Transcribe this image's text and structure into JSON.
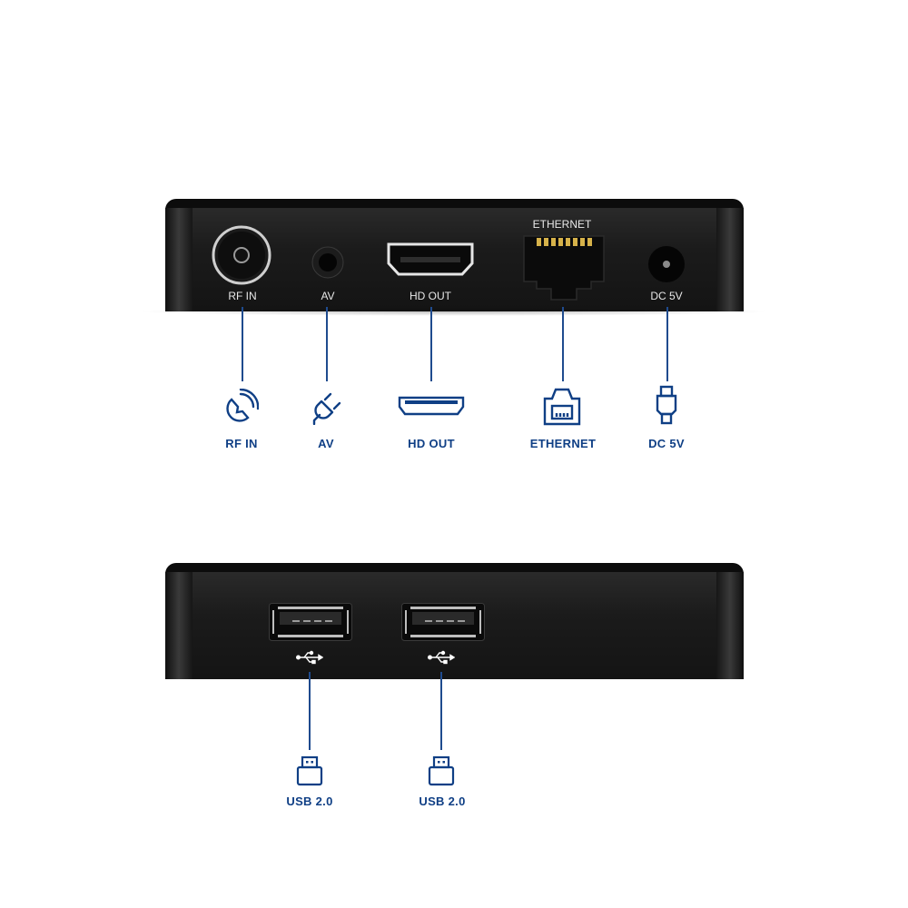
{
  "colors": {
    "accent_blue": "#0f3f85",
    "line_blue": "#1f4b8e",
    "device_black": "#1a1a1a",
    "port_label_white": "#e8e8e8",
    "ethernet_pins_gold": "#d6b24a"
  },
  "back_panel": {
    "ports": [
      {
        "id": "rf_in",
        "label": "RF IN",
        "icon": "coax-rf-icon"
      },
      {
        "id": "av",
        "label": "AV",
        "icon": "av-jack-icon"
      },
      {
        "id": "hd_out",
        "label": "HD OUT",
        "icon": "hdmi-port-icon"
      },
      {
        "id": "ethernet",
        "label": "ETHERNET",
        "icon": "rj45-port-icon"
      },
      {
        "id": "dc_5v",
        "label": "DC 5V",
        "icon": "dc-jack-icon"
      }
    ],
    "callouts": [
      {
        "label": "RF IN",
        "icon": "satellite-dish-icon"
      },
      {
        "label": "AV",
        "icon": "power-plug-icon"
      },
      {
        "label": "HD OUT",
        "icon": "hdmi-icon"
      },
      {
        "label": "ETHERNET",
        "icon": "ethernet-icon"
      },
      {
        "label": "DC 5V",
        "icon": "dc-connector-icon"
      }
    ]
  },
  "side_panel": {
    "ports": [
      {
        "id": "usb_1",
        "label_symbol": "usb-symbol-icon",
        "icon": "usb-a-port-icon"
      },
      {
        "id": "usb_2",
        "label_symbol": "usb-symbol-icon",
        "icon": "usb-a-port-icon"
      }
    ],
    "callouts": [
      {
        "label": "USB 2.0",
        "icon": "usb-plug-icon"
      },
      {
        "label": "USB 2.0",
        "icon": "usb-plug-icon"
      }
    ]
  }
}
